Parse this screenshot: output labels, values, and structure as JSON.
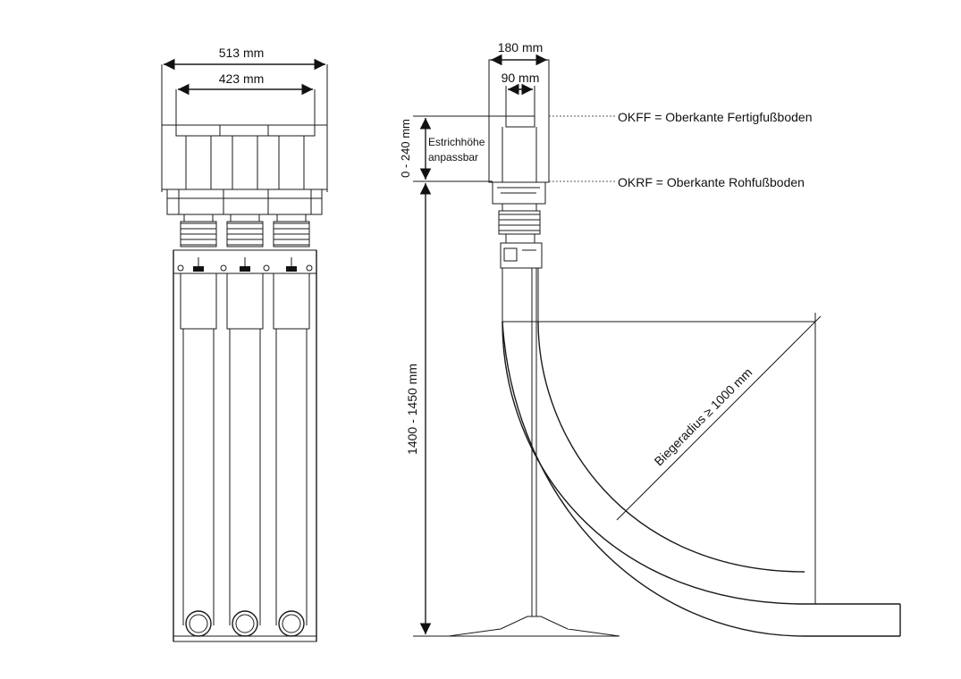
{
  "front_view": {
    "width_outer": "513 mm",
    "width_inner": "423 mm"
  },
  "side_view": {
    "width_top": "180 mm",
    "width_inner": "90 mm",
    "screed_height": "0 - 240 mm",
    "screed_note_line1": "Estrichhöhe",
    "screed_note_line2": "anpassbar",
    "total_height": "1400 - 1450 mm",
    "okff_label": "OKFF = Oberkante Fertigfußboden",
    "okrf_label": "OKRF = Oberkante Rohfußboden",
    "bend_radius": "Biegeradius ≥ 1000 mm"
  },
  "colors": {
    "line": "#1a1a1a",
    "background": "#ffffff"
  }
}
